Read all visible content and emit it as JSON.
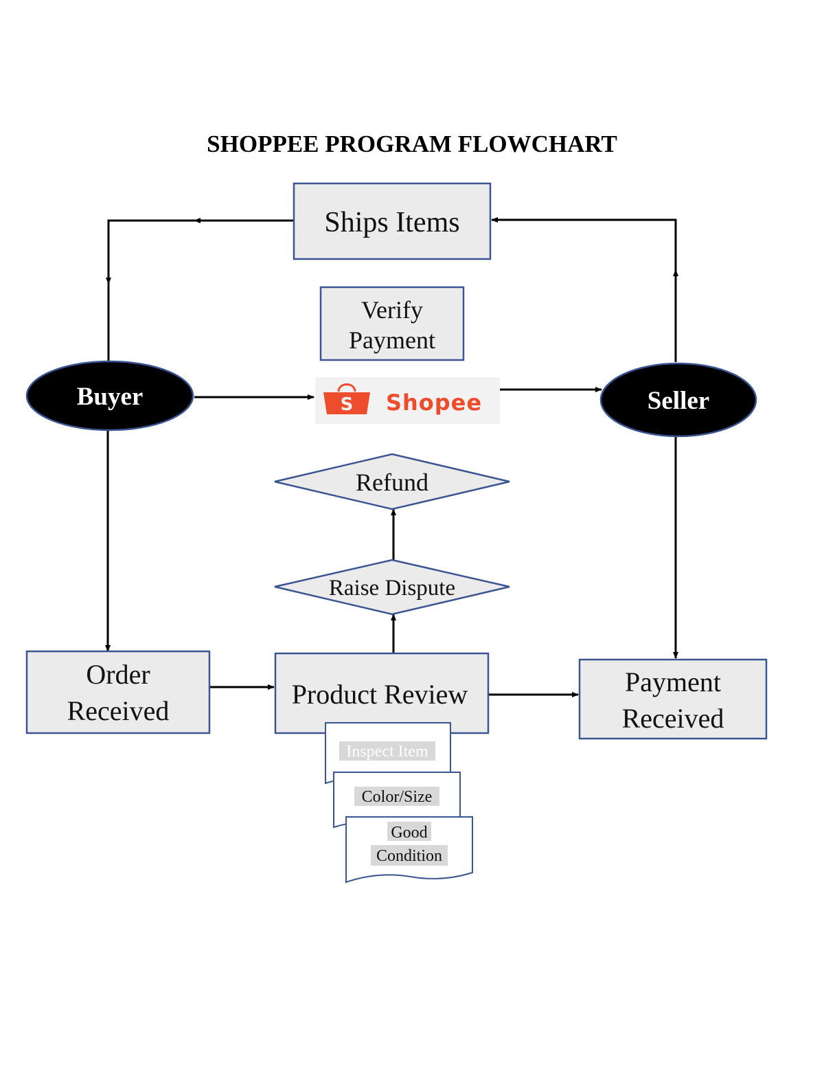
{
  "title": "SHOPPEE PROGRAM FLOWCHART",
  "colors": {
    "box_fill": "#ebebeb",
    "box_border": "#3a5592",
    "oval_fill": "#000000",
    "oval_border": "#3a5592",
    "arrow": "#000000",
    "brand": "#ee4d2d",
    "logo_bg": "#f2f2f2"
  },
  "nodes": {
    "ships_items": "Ships Items",
    "verify_payment": {
      "line1": "Verify",
      "line2": "Payment"
    },
    "buyer": "Buyer",
    "seller": "Seller",
    "shopee_logo": {
      "icon": "shopping-bag-icon",
      "wordmark": "Shopee",
      "bag_letter": "S"
    },
    "refund": "Refund",
    "raise_dispute": "Raise Dispute",
    "order_received": {
      "line1": "Order",
      "line2": "Received"
    },
    "product_review": "Product Review",
    "payment_received": {
      "line1": "Payment",
      "line2": "Received"
    }
  },
  "checklist": {
    "inspect_item": "Inspect Item",
    "color_size": "Color/Size",
    "good_condition": {
      "line1": "Good",
      "line2": "Condition"
    }
  },
  "edges": [
    {
      "from": "buyer",
      "to": "shopee_logo"
    },
    {
      "from": "shopee_logo",
      "to": "seller"
    },
    {
      "from": "seller",
      "to": "ships_items"
    },
    {
      "from": "ships_items",
      "to": "buyer"
    },
    {
      "from": "buyer",
      "to": "order_received"
    },
    {
      "from": "order_received",
      "to": "product_review"
    },
    {
      "from": "product_review",
      "to": "payment_received"
    },
    {
      "from": "product_review",
      "to": "raise_dispute"
    },
    {
      "from": "raise_dispute",
      "to": "refund"
    },
    {
      "from": "seller",
      "to": "payment_received"
    }
  ]
}
